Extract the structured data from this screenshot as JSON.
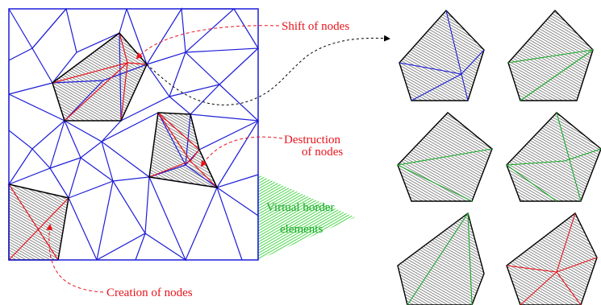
{
  "labels": {
    "shift_nodes": "Shift of nodes",
    "destruction_line1": "Destruction",
    "destruction_line2": "of nodes",
    "creation_nodes": "Creation of nodes",
    "virtual_line1": "Virtual border",
    "virtual_line2": "elements"
  },
  "colors": {
    "mesh": "#1d1dd8",
    "highlight": "#e8141c",
    "alt_triangulation": "#1aaa2a",
    "hatch_fill": "#c8c8c8",
    "outline": "#000000"
  }
}
